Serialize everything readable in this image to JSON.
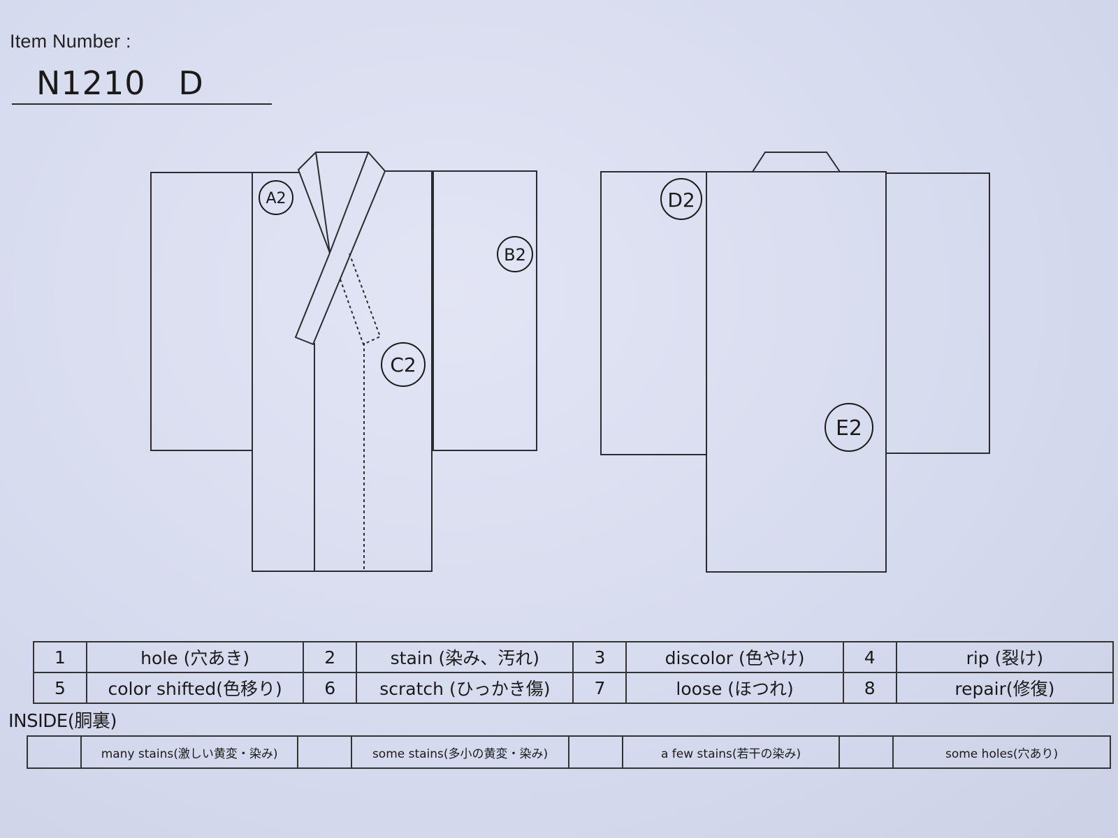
{
  "header": {
    "item_number_label": "Item Number :",
    "item_number_value": "N1210   D"
  },
  "diagram": {
    "front_codes": [
      "A2",
      "B2",
      "C2"
    ],
    "back_codes": [
      "D2",
      "E2"
    ]
  },
  "defect_legend": {
    "rows": [
      [
        {
          "num": "1",
          "text": "hole (穴あき)"
        },
        {
          "num": "2",
          "text": "stain (染み、汚れ)"
        },
        {
          "num": "3",
          "text": "discolor (色やけ)"
        },
        {
          "num": "4",
          "text": "rip (裂け)"
        }
      ],
      [
        {
          "num": "5",
          "text": "color shifted(色移り)"
        },
        {
          "num": "6",
          "text": "scratch (ひっかき傷)"
        },
        {
          "num": "7",
          "text": "loose (ほつれ)"
        },
        {
          "num": "8",
          "text": "repair(修復)"
        }
      ]
    ]
  },
  "inside": {
    "label": "INSIDE(胴裏)",
    "items": [
      {
        "box": "",
        "text": "many stains(激しい黄変・染み)"
      },
      {
        "box": "",
        "text": "some stains(多小の黄変・染み)"
      },
      {
        "box": "",
        "text": "a few stains(若干の染み)"
      },
      {
        "box": "",
        "text": "some holes(穴あり)"
      }
    ]
  }
}
